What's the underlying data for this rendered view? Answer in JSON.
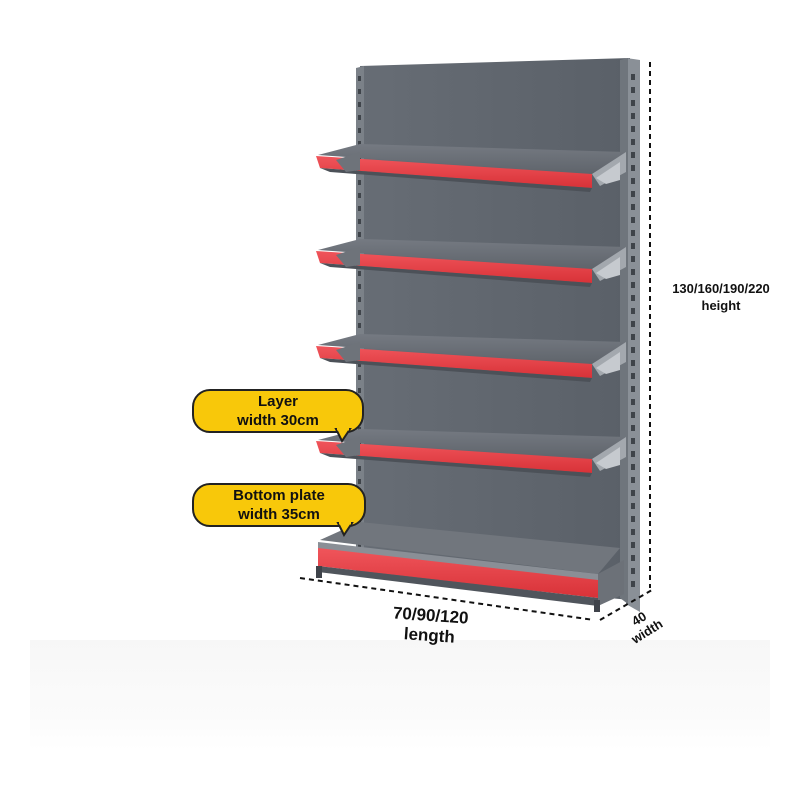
{
  "callouts": {
    "layer": {
      "line1": "Layer",
      "line2": "width 30cm"
    },
    "bottom_plate": {
      "line1": "Bottom plate",
      "line2": "width 35cm"
    }
  },
  "dimensions": {
    "height": {
      "values": "130/160/190/220",
      "label": "height"
    },
    "length": {
      "values": "70/90/120",
      "label": "length"
    },
    "width": {
      "values": "40",
      "label": "width"
    }
  },
  "colors": {
    "panel": "#5f656d",
    "shelf_top": "#6b7078",
    "shelf_front": "#e8434a",
    "callout_fill": "#f8c80a"
  }
}
